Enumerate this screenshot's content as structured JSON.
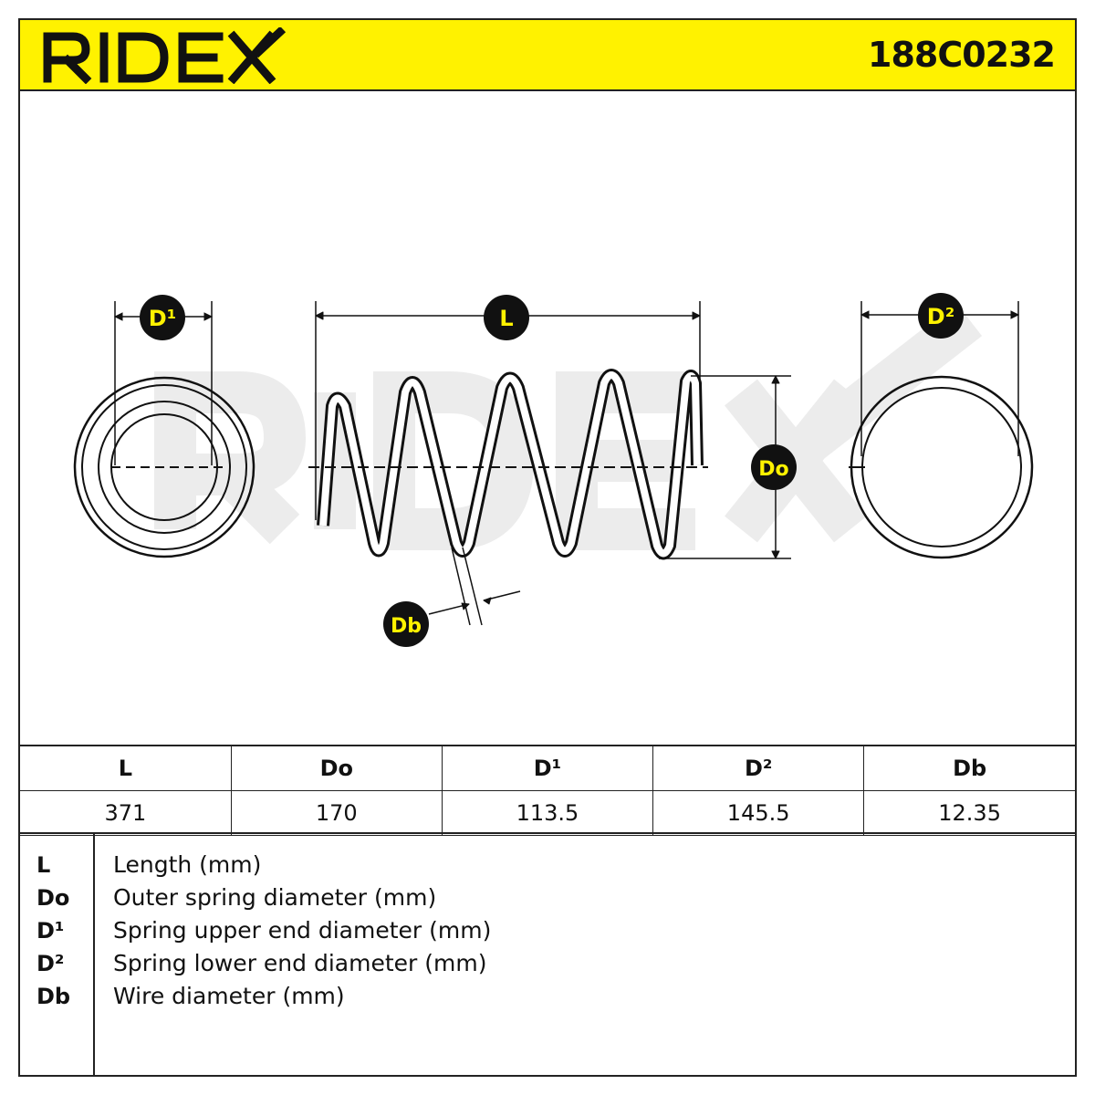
{
  "brand": {
    "logo_text": "RIDEX",
    "watermark_text": "RIDEX"
  },
  "header": {
    "part_number": "188C0232"
  },
  "diagram": {
    "labels": {
      "d1": "D¹",
      "l": "L",
      "d2": "D²",
      "do": "Do",
      "db": "Db"
    }
  },
  "table": {
    "headers": [
      "L",
      "Do",
      "D¹",
      "D²",
      "Db"
    ],
    "values": [
      "371",
      "170",
      "113.5",
      "145.5",
      "12.35"
    ]
  },
  "legend": [
    {
      "symbol": "L",
      "description": "Length (mm)"
    },
    {
      "symbol": "Do",
      "description": "Outer spring diameter (mm)"
    },
    {
      "symbol": "D¹",
      "description": "Spring upper end diameter (mm)"
    },
    {
      "symbol": "D²",
      "description": "Spring lower end diameter (mm)"
    },
    {
      "symbol": "Db",
      "description": "Wire diameter (mm)"
    }
  ],
  "colors": {
    "accent": "#fff200",
    "ink": "#111111",
    "watermark": "#ececec"
  }
}
